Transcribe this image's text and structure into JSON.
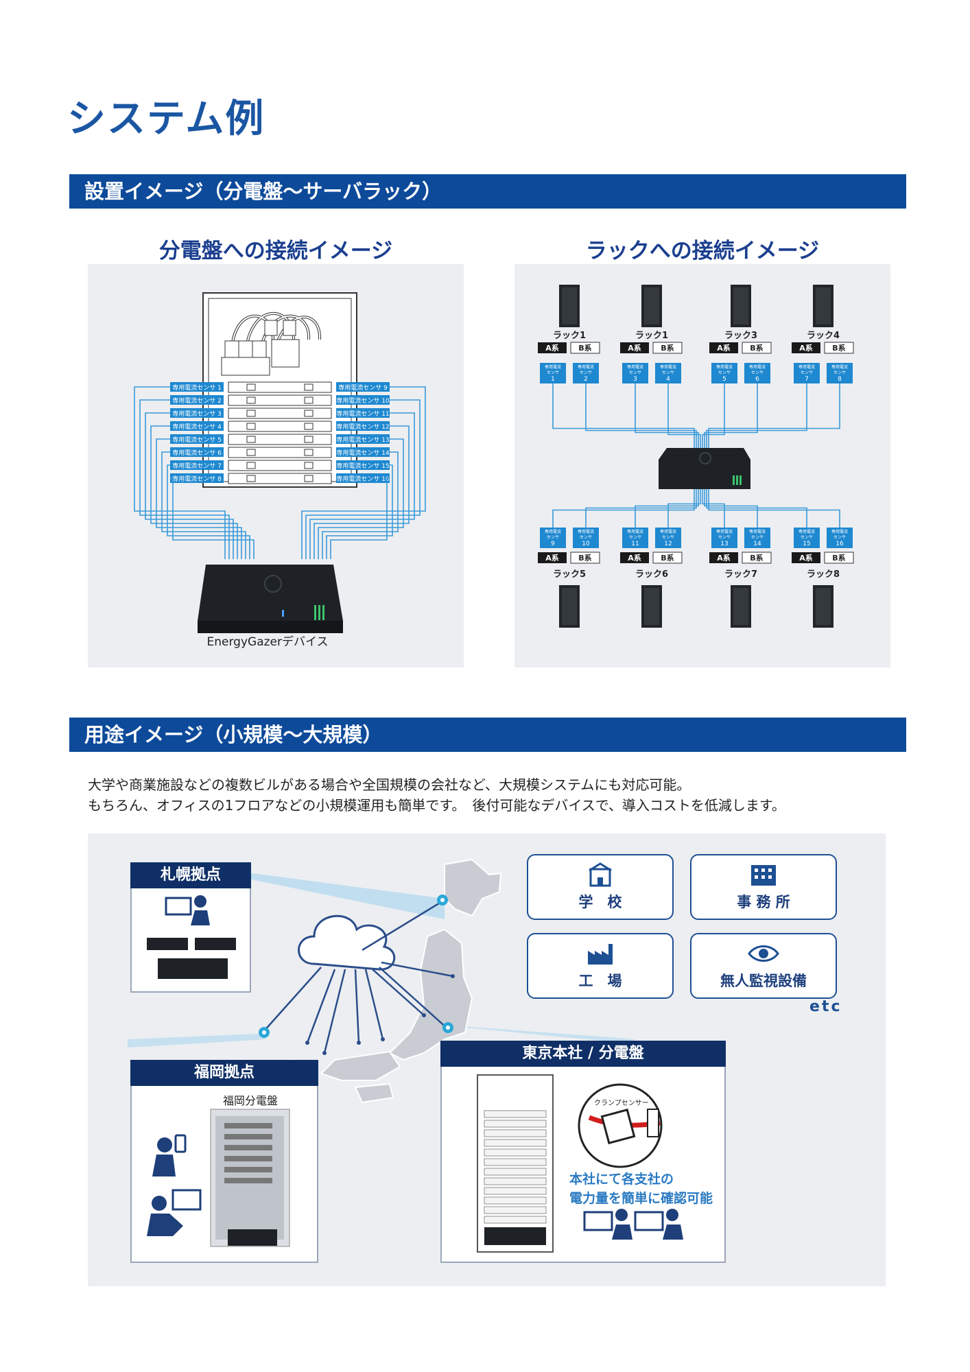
{
  "page": {
    "title": "システム例"
  },
  "install": {
    "header": "設置イメージ（分電盤〜サーバラック）",
    "left_title": "分電盤への接続イメージ",
    "right_title": "ラックへの接続イメージ",
    "device_caption": "EnergyGazerデバイス",
    "sensors_left": [
      "専用電流センサ 1",
      "専用電流センサ 2",
      "専用電流センサ 3",
      "専用電流センサ 4",
      "専用電流センサ 5",
      "専用電流センサ 6",
      "専用電流センサ 7",
      "専用電流センサ 8"
    ],
    "sensors_right": [
      "専用電流センサ 9",
      "専用電流センサ 10",
      "専用電流センサ 11",
      "専用電流センサ 12",
      "専用電流センサ 13",
      "専用電流センサ 14",
      "専用電流センサ 15",
      "専用電流センサ 16"
    ],
    "racks_top": [
      "ラック1",
      "ラック1",
      "ラック3",
      "ラック4"
    ],
    "racks_bottom": [
      "ラック5",
      "ラック6",
      "ラック7",
      "ラック8"
    ],
    "sys_a": "A系",
    "sys_b": "B系",
    "sensor_word1": "専用電流",
    "sensor_word2": "センサ",
    "sensor_nums_top": [
      "1",
      "2",
      "3",
      "4",
      "5",
      "6",
      "7",
      "8"
    ],
    "sensor_nums_bottom": [
      "9",
      "10",
      "11",
      "12",
      "13",
      "14",
      "15",
      "16"
    ]
  },
  "usage": {
    "header": "用途イメージ（小規模〜大規模）",
    "desc_line1": "大学や商業施設などの複数ビルがある場合や全国規模の会社など、大規模システムにも対応可能。",
    "desc_line2": "もちろん、オフィスの1フロアなどの小規模運用も簡単です。　後付可能なデバイスで、導入コストを低減します。",
    "sapporo": "札幌拠点",
    "fukuoka": "福岡拠点",
    "fukuoka_panel": "福岡分電盤",
    "tokyo": "東京本社 / 分電盤",
    "clamp": "クランプセンサー",
    "tokyo_note1": "本社にて各支社の",
    "tokyo_note2": "電力量を簡単に確認可能",
    "uses": [
      "学　校",
      "事 務 所",
      "工　場",
      "無人監視設備"
    ],
    "etc": "etc"
  },
  "colors": {
    "brand": "#0d4a9a",
    "sensor": "#1e88d0",
    "line": "#3a9ad9"
  }
}
